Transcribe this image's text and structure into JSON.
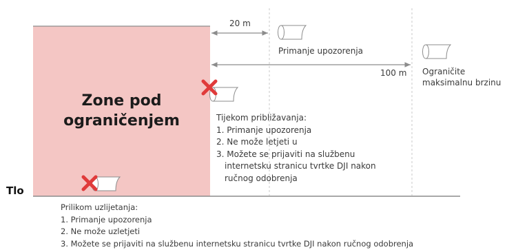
{
  "colors": {
    "zone_fill": "#f4c6c4",
    "line": "#8c8c8c",
    "dash": "#c9c9c9",
    "cross": "#e03b3b"
  },
  "zone_label_lines": [
    "Zone pod",
    "ograničenjem"
  ],
  "ground_label": "Tlo",
  "distances": {
    "near": "20 m",
    "far": "100 m"
  },
  "markers": {
    "warning_label": "Primanje upozorenja",
    "limit_speed_lines": [
      "Ograničite",
      "maksimalnu brzinu"
    ]
  },
  "approaching": {
    "heading": "Tijekom približavanja:",
    "items": [
      "1. Primanje upozorenja",
      "2. Ne može letjeti u",
      "3. Možete se prijaviti na službenu",
      "internetsku stranicu tvrtke DJI nakon",
      "ručnog odobrenja"
    ]
  },
  "takeoff": {
    "heading": "Prilikom uzlijetanja:",
    "items": [
      "1. Primanje upozorenja",
      "2. Ne može uzletjeti",
      "3. Možete se prijaviti na službenu internetsku stranicu tvrtke DJI nakon ručnog odobrenja"
    ]
  },
  "icons": [
    "flight-path-icon",
    "blocked-cross-icon"
  ]
}
